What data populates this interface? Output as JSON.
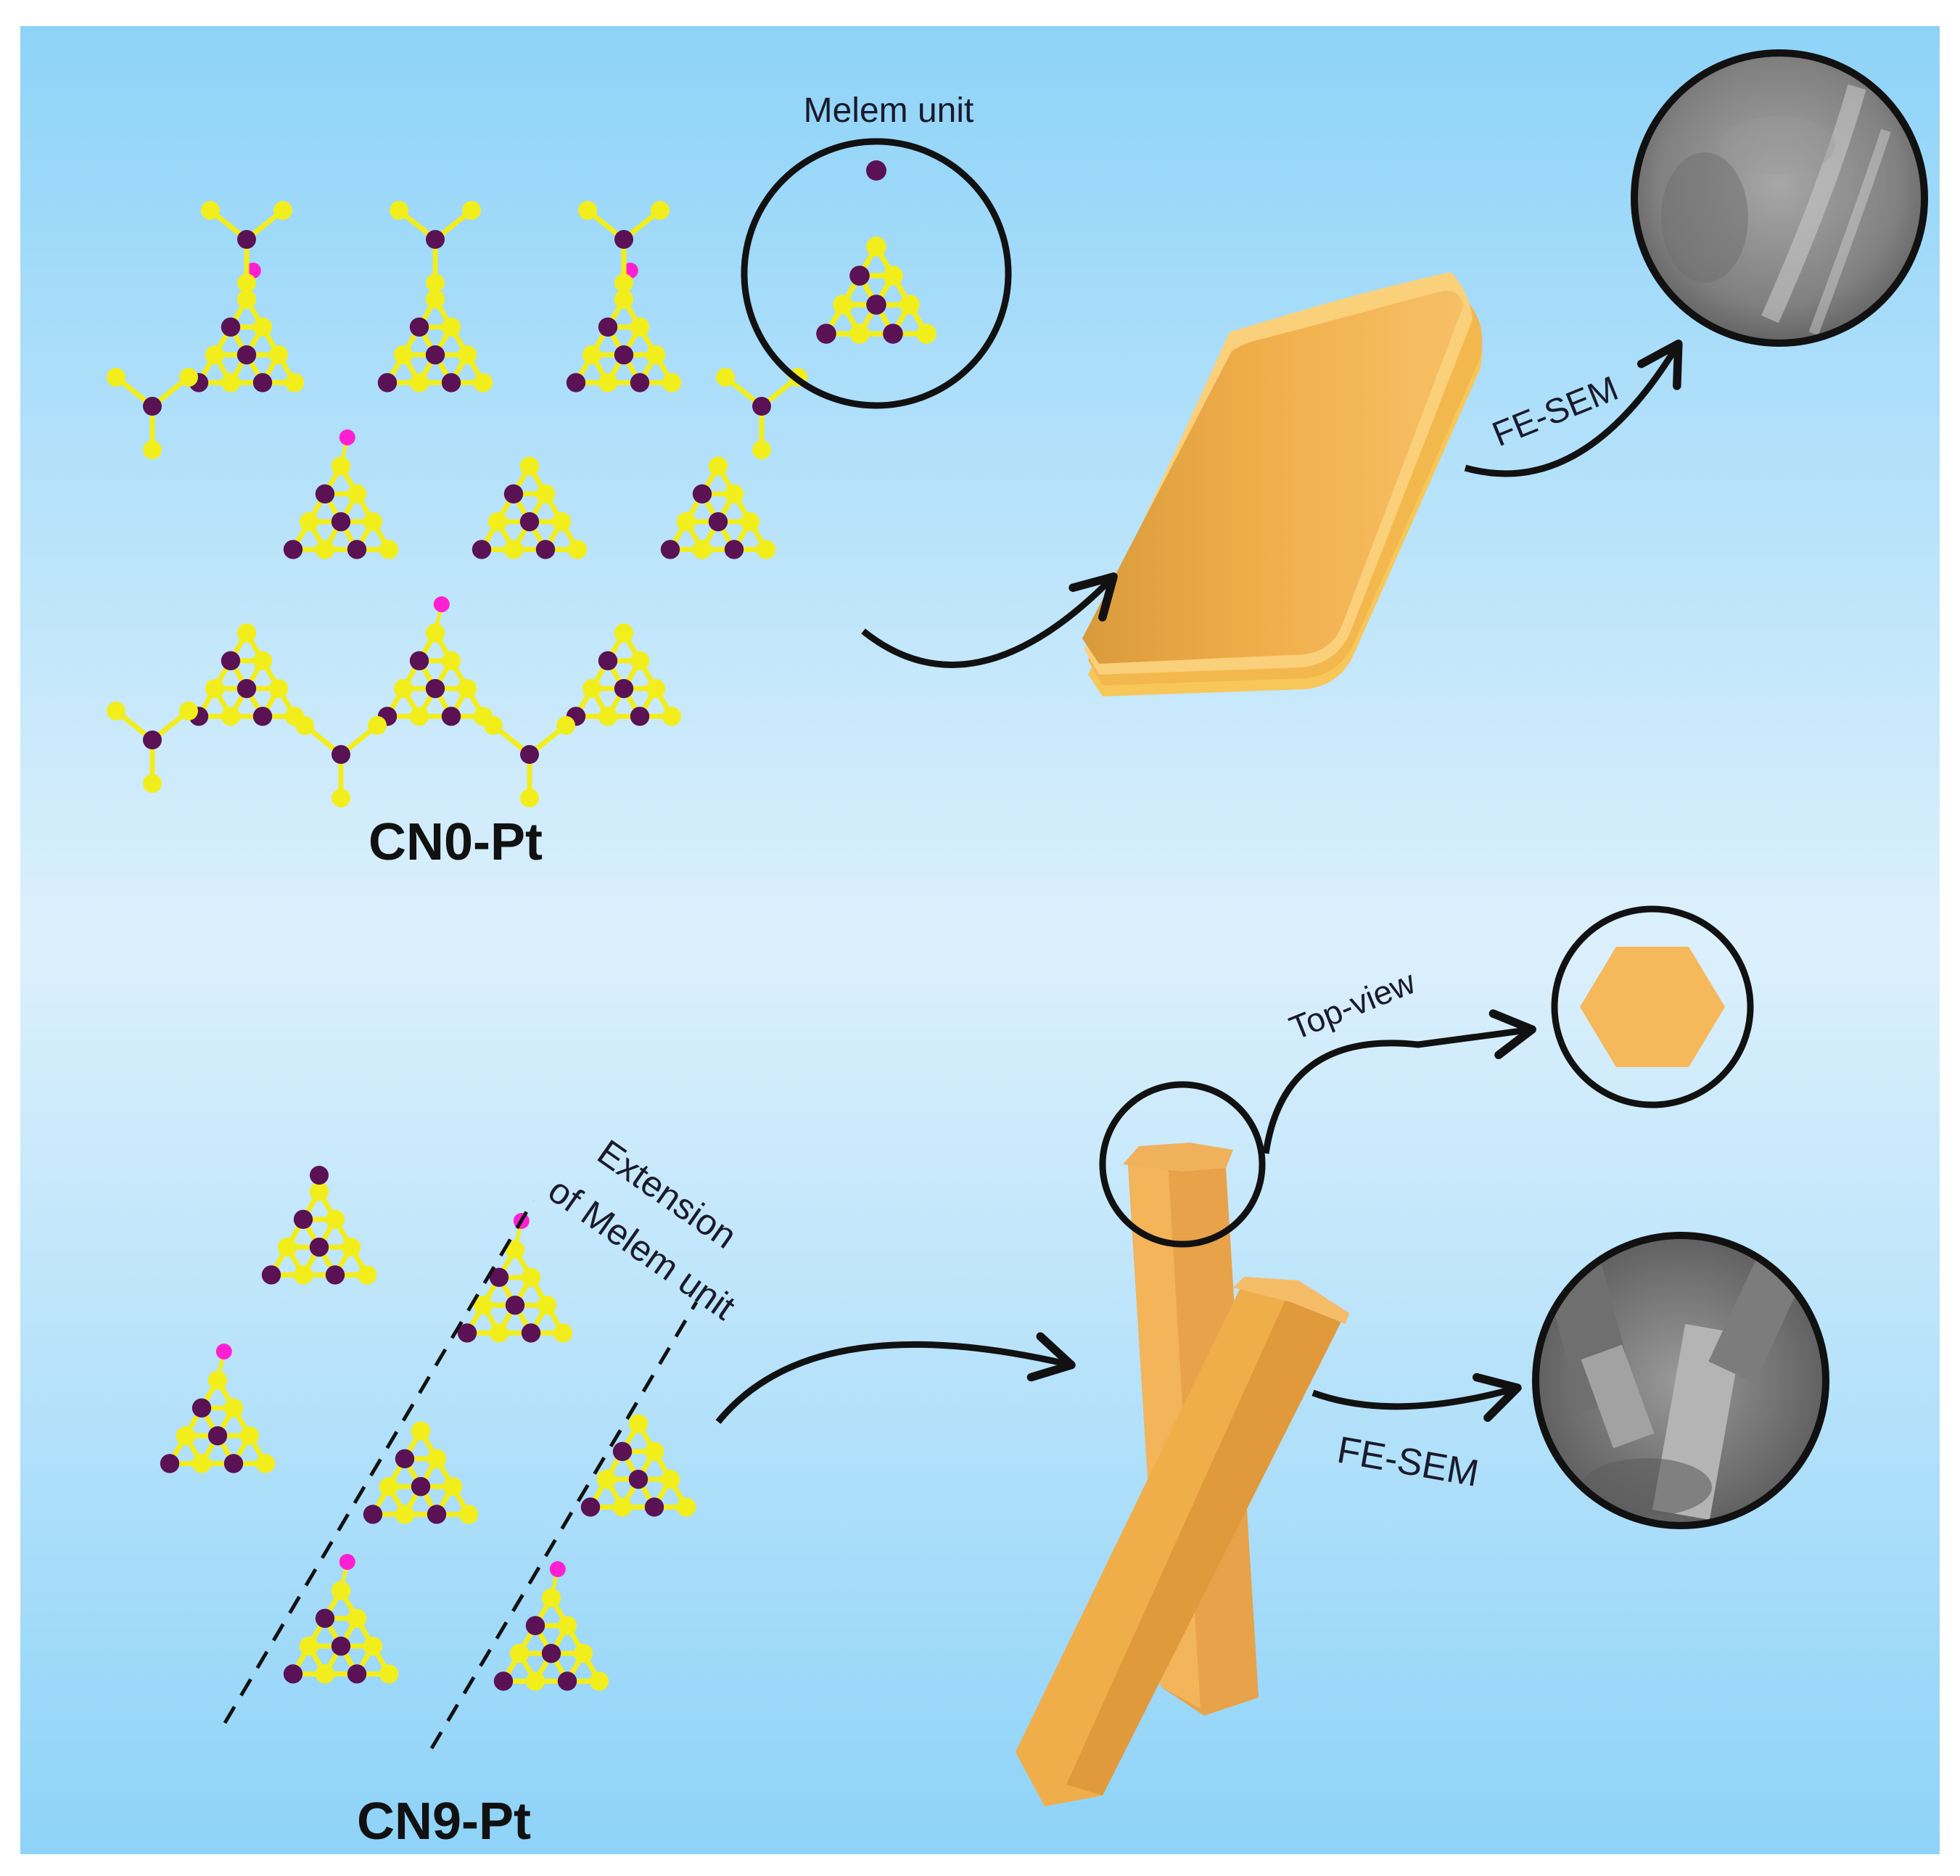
{
  "figure": {
    "top": {
      "label": "CN0-Pt",
      "inset_label": "Melem unit",
      "arrow_label": "FE-SEM"
    },
    "bottom": {
      "label": "CN9-Pt",
      "extension_line1": "Extension",
      "extension_line2": "of Melem unit",
      "topview_label": "Top-view",
      "arrow_label": "FE-SEM"
    }
  },
  "colors": {
    "carbon_atom": "#f2ee1c",
    "nitrogen_atom": "#5a1255",
    "platinum_atom": "#ff1fd2",
    "crystal": "#f0ae4a",
    "crystal_shadow": "#cf8a2a",
    "background_top": "#8ed3f8",
    "background_middle": "#dcf0fc"
  },
  "icons": [
    "melem-atom-icon",
    "sem-micrograph-icon",
    "hexagon-icon",
    "curved-arrow-icon"
  ]
}
